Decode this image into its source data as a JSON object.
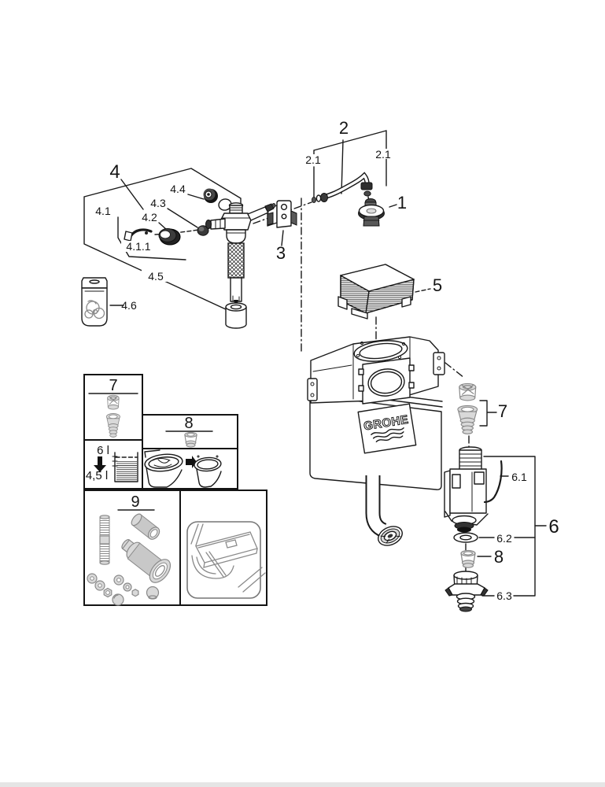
{
  "colors": {
    "background": "#ffffff",
    "line": "#1a1a1a",
    "gray_part": "#8a8a8a",
    "footer_bar": "#e5e5e5"
  },
  "brand": {
    "logo_text": "GROHE"
  },
  "callouts": {
    "c1": "1",
    "c2": "2",
    "c2_1a": "2.1",
    "c2_1b": "2.1",
    "c3": "3",
    "c4": "4",
    "c4_1": "4.1",
    "c4_1_1": "4.1.1",
    "c4_2": "4.2",
    "c4_3": "4.3",
    "c4_4": "4.4",
    "c4_5": "4.5",
    "c4_6": "4.6",
    "c5": "5",
    "c6": "6",
    "c6_1": "6.1",
    "c6_2": "6.2",
    "c6_3": "6.3",
    "c7_right": "7",
    "c8_right": "8"
  },
  "info_boxes": {
    "box7": {
      "title": "7"
    },
    "volume": {
      "from": "6 l",
      "to": "4,5 l"
    },
    "box8": {
      "title": "8"
    },
    "box9": {
      "title": "9"
    }
  }
}
